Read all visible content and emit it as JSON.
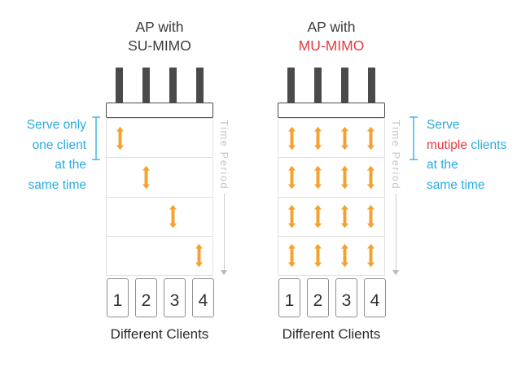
{
  "colors": {
    "cyan": "#29ABE2",
    "red": "#E8383F",
    "orange": "#F5A12B",
    "dark": "#3B3B3B",
    "gray_time": "#C6C6C6",
    "grid_line": "#E2E2E2",
    "box_border": "#8F8F8F",
    "antenna": "#4A4A4A"
  },
  "panels": {
    "left": {
      "title_line1": "AP with",
      "title_line2": "SU-MIMO",
      "time_period_label": "Time Period",
      "annotation": {
        "line1": "Serve only",
        "line2": "one client",
        "line3": "at the",
        "line4": "same time"
      },
      "arrow_matrix": [
        [
          1,
          0,
          0,
          0
        ],
        [
          0,
          1,
          0,
          0
        ],
        [
          0,
          0,
          1,
          0
        ],
        [
          0,
          0,
          0,
          1
        ]
      ],
      "clients": [
        "1",
        "2",
        "3",
        "4"
      ],
      "clients_label": "Different Clients"
    },
    "right": {
      "title_line1": "AP with",
      "title_line2": "MU-MIMO",
      "time_period_label": "Time Period",
      "annotation": {
        "line1": "Serve",
        "line2_red": "mutiple",
        "line2_rest": " clients",
        "line3": "at the",
        "line4": "same time"
      },
      "arrow_matrix": [
        [
          1,
          1,
          1,
          1
        ],
        [
          1,
          1,
          1,
          1
        ],
        [
          1,
          1,
          1,
          1
        ],
        [
          1,
          1,
          1,
          1
        ]
      ],
      "clients": [
        "1",
        "2",
        "3",
        "4"
      ],
      "clients_label": "Different Clients"
    }
  }
}
